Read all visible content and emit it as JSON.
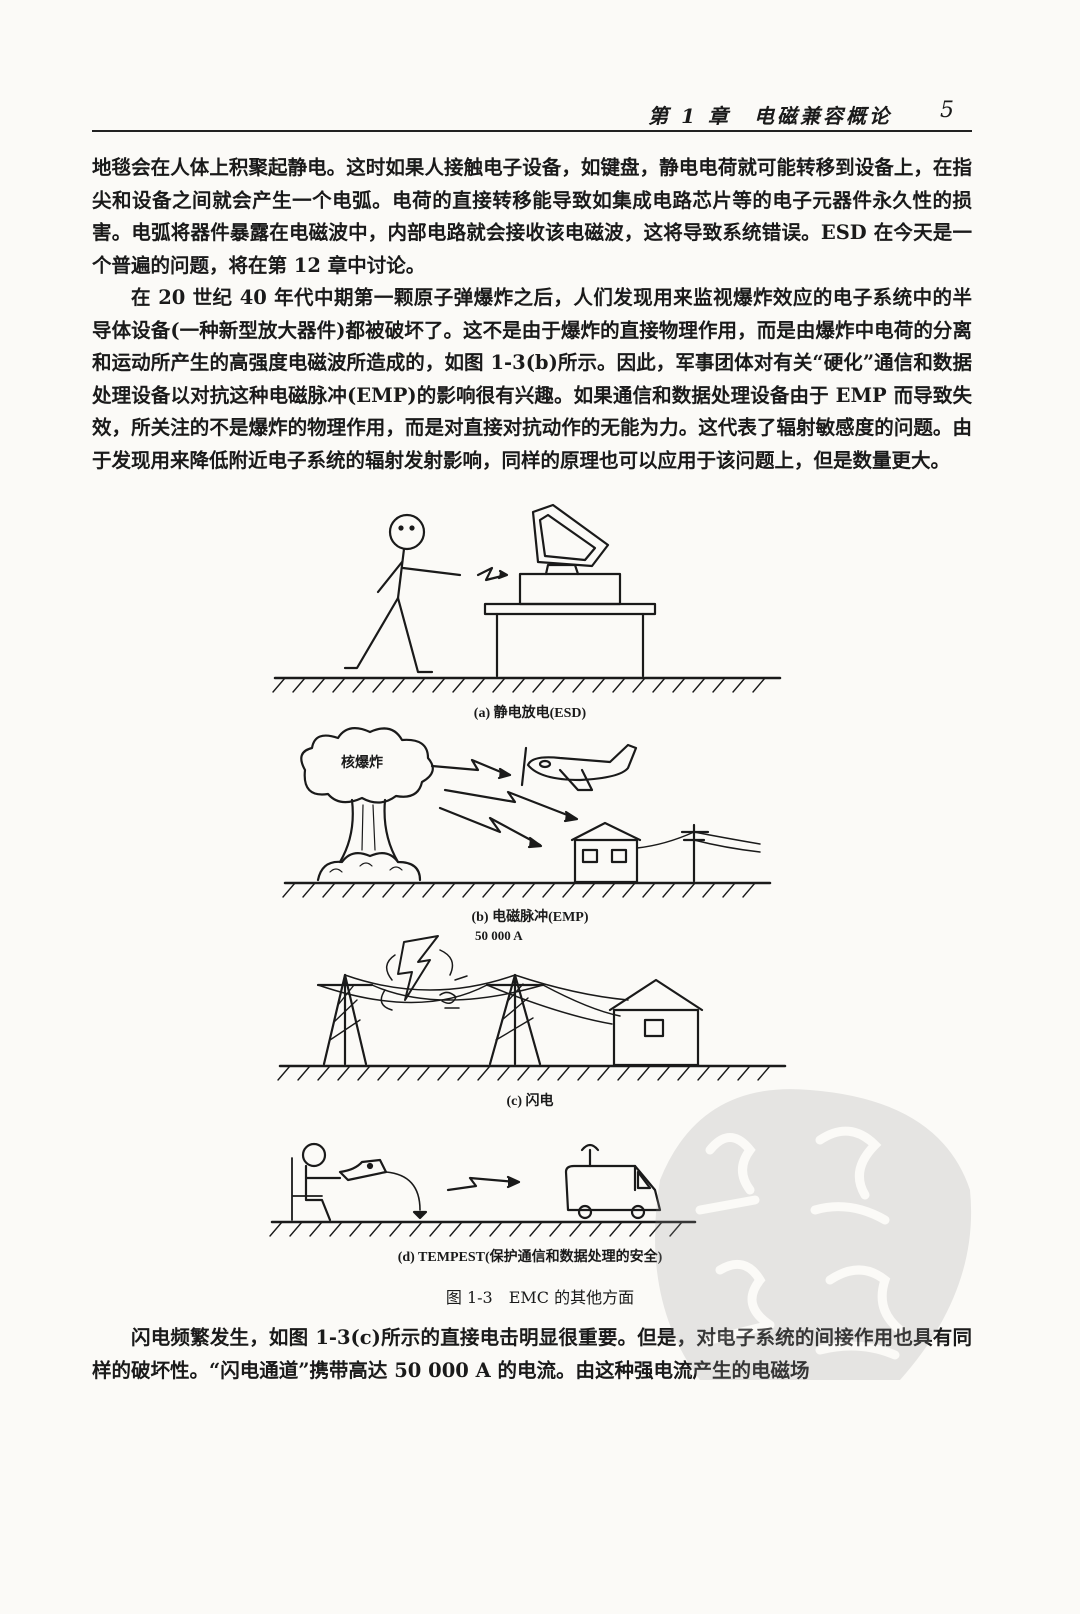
{
  "header": {
    "chapter": "第 1 章　电磁兼容概论",
    "page_number": "5"
  },
  "paragraphs": [
    "地毯会在人体上积聚起静电。这时如果人接触电子设备，如键盘，静电电荷就可能转移到设备上，在指尖和设备之间就会产生一个电弧。电荷的直接转移能导致如集成电路芯片等的电子元器件永久性的损害。电弧将器件暴露在电磁波中，内部电路就会接收该电磁波，这将导致系统错误。ESD 在今天是一个普遍的问题，将在第 12 章中讨论。",
    "在 20 世纪 40 年代中期第一颗原子弹爆炸之后，人们发现用来监视爆炸效应的电子系统中的半导体设备(一种新型放大器件)都被破坏了。这不是由于爆炸的直接物理作用，而是由爆炸中电荷的分离和运动所产生的高强度电磁波所造成的，如图 1-3(b)所示。因此，军事团体对有关“硬化”通信和数据处理设备以对抗这种电磁脉冲(EMP)的影响很有兴趣。如果通信和数据处理设备由于 EMP 而导致失效，所关注的不是爆炸的物理作用，而是对直接对抗动作的无能为力。这代表了辐射敏感度的问题。由于发现用来降低附近电子系统的辐射发射影响，同样的原理也可以应用于该问题上，但是数量更大。",
    "闪电频繁发生，如图 1-3(c)所示的直接电击明显很重要。但是，对电子系统的间接作用也具有同样的破坏性。“闪电通道”携带高达 50 000 A 的电流。由这种强电流产生的电磁场"
  ],
  "figure": {
    "captions": {
      "a": "(a) 静电放电(ESD)",
      "b": "(b) 电磁脉冲(EMP)",
      "c": "(c) 闪电",
      "d": "(d) TEMPEST(保护通信和数据处理的安全)"
    },
    "labels": {
      "nuclear": "核爆炸",
      "current": "50 000 A"
    },
    "title": "图 1-3　EMC 的其他方面"
  },
  "stamp": {
    "text": "御风发送"
  }
}
